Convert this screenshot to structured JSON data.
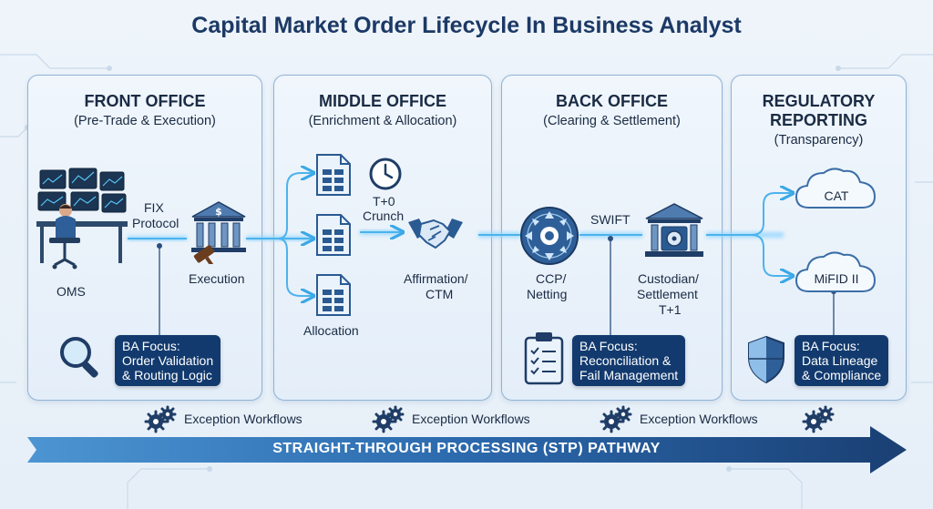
{
  "title": "Capital Market Order Lifecycle In Business Analyst",
  "panels": {
    "front": {
      "title": "FRONT OFFICE",
      "subtitle": "(Pre-Trade & Execution)"
    },
    "middle": {
      "title": "MIDDLE OFFICE",
      "subtitle": "(Enrichment & Allocation)"
    },
    "back": {
      "title": "BACK OFFICE",
      "subtitle": "(Clearing & Settlement)"
    },
    "regulatory": {
      "title_line1": "REGULATORY",
      "title_line2": "REPORTING",
      "subtitle": "(Transparency)"
    }
  },
  "front": {
    "oms": "OMS",
    "fix_line1": "FIX",
    "fix_line2": "Protocol",
    "execution": "Execution",
    "ba_line1": "BA Focus:",
    "ba_line2": "Order Validation",
    "ba_line3": "& Routing Logic"
  },
  "middle": {
    "t0_line1": "T+0",
    "t0_line2": "Crunch",
    "allocation": "Allocation",
    "affirmation_line1": "Affirmation/",
    "affirmation_line2": "CTM"
  },
  "back": {
    "swift": "SWIFT",
    "ccp_line1": "CCP/",
    "ccp_line2": "Netting",
    "cust_line1": "Custodian/",
    "cust_line2": "Settlement",
    "cust_line3": "T+1",
    "ba_line1": "BA Focus:",
    "ba_line2": "Reconciliation &",
    "ba_line3": "Fail Management"
  },
  "regulatory": {
    "cat": "CAT",
    "mifid": "MiFID II",
    "ba_line1": "BA Focus:",
    "ba_line2": "Data Lineage",
    "ba_line3": "& Compliance"
  },
  "exceptions": [
    "Exception Workflows",
    "Exception Workflows",
    "Exception Workflows"
  ],
  "stp": "STRAIGHT-THROUGH PROCESSING (STP) PATHWAY",
  "colors": {
    "title": "#1c3966",
    "panel_border": "#8fb2d6",
    "ba_box": "#123a6e",
    "flow": "#5bbcf0",
    "stp_arrow": "#1d4f8a"
  },
  "icons": [
    "trader-desk-icon",
    "bank-gavel-icon",
    "document-icon",
    "clock-icon",
    "handshake-icon",
    "ccp-hub-icon",
    "custodian-bank-icon",
    "cloud-icon",
    "magnifier-icon",
    "clipboard-checklist-icon",
    "shield-icon",
    "gear-icon"
  ]
}
